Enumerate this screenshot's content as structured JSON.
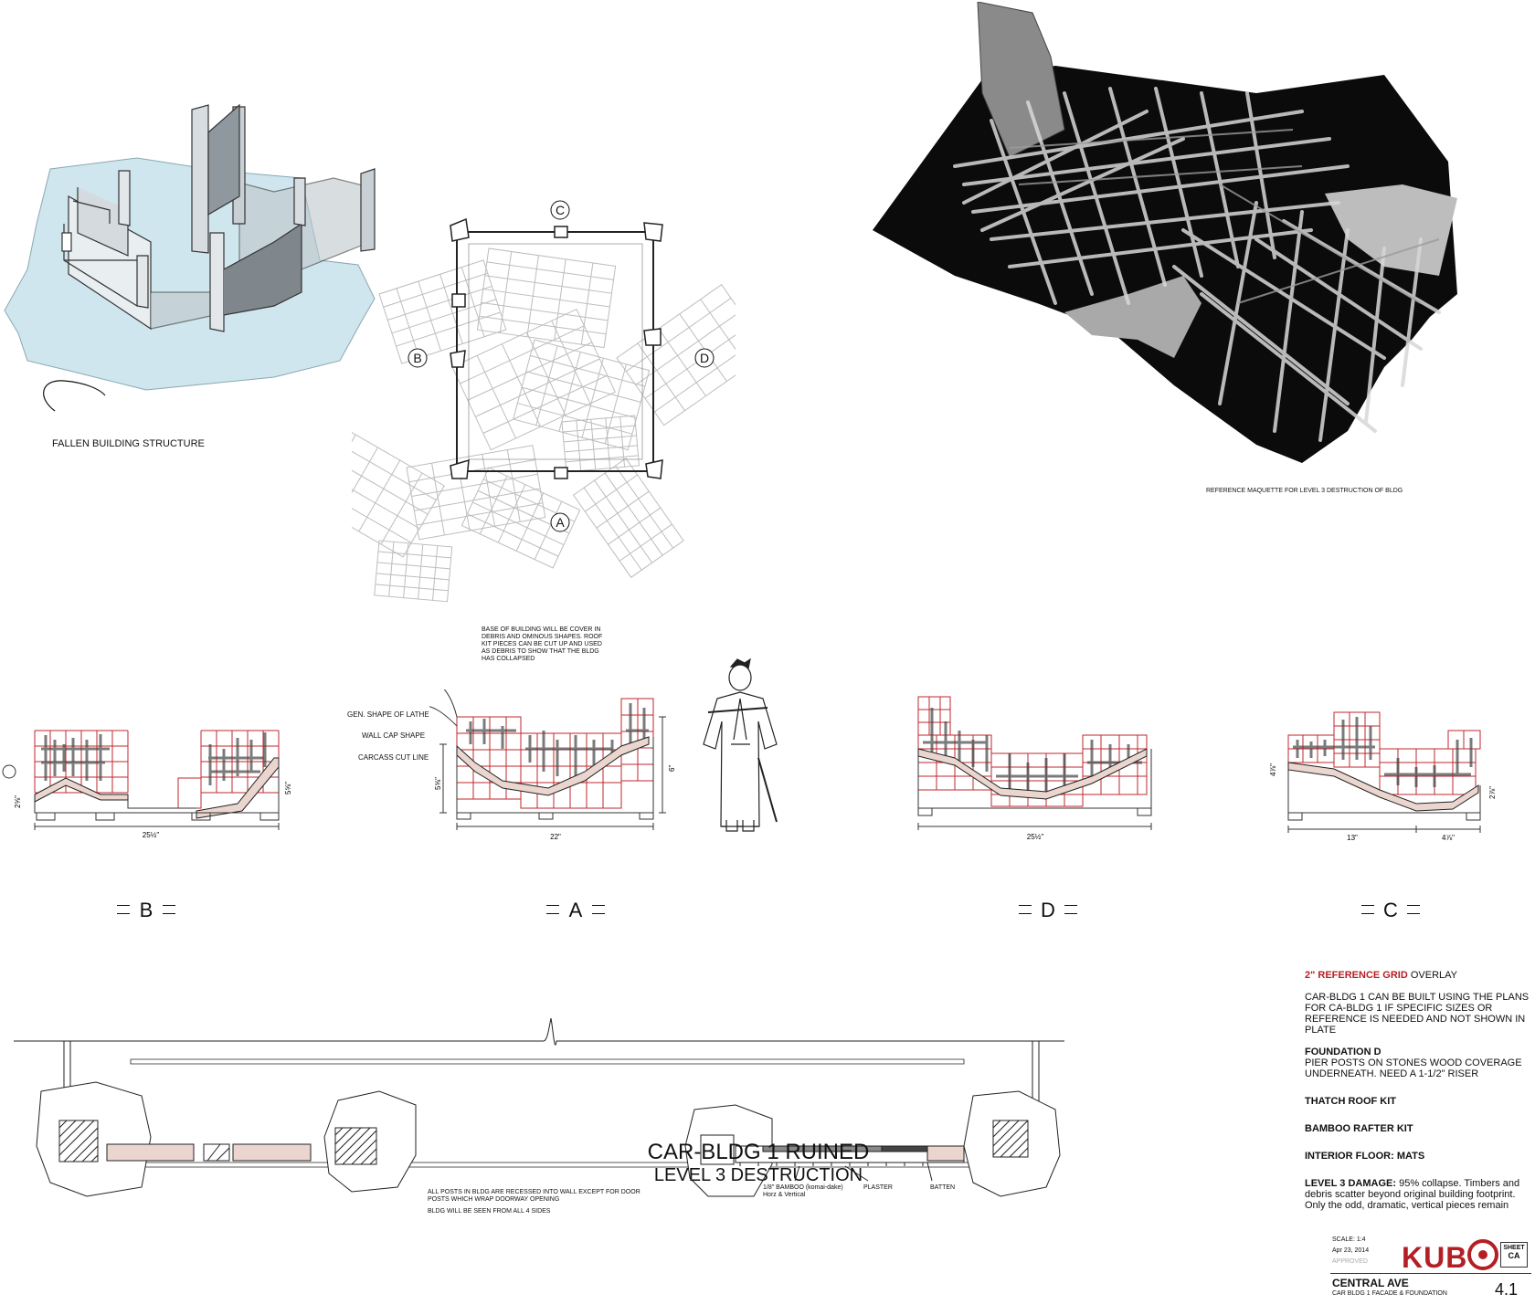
{
  "labels": {
    "fallen_structure": "FALLEN BUILDING STRUCTURE",
    "reference_maquette": "REFERENCE MAQUETTE FOR LEVEL 3 DESTRUCTION OF BLDG",
    "debris_note": "BASE OF BUILDING WILL BE COVER IN DEBRIS AND OMINOUS SHAPES. ROOF KIT PIECES CAN BE CUT UP AND USED AS DEBRIS TO SHOW THAT THE BLDG HAS COLLAPSED",
    "lathe_shape": "GEN. SHAPE OF LATHE",
    "wall_cap": "WALL CAP SHAPE",
    "carcass_cut": "CARCASS CUT LINE",
    "posts_note": "ALL POSTS IN BLDG ARE RECESSED INTO WALL EXCEPT FOR DOOR POSTS WHICH WRAP DOORWAY OPENING",
    "sides_note": "BLDG WILL BE SEEN FROM ALL 4 SIDES",
    "bamboo": "1/8\" BAMBOO (komai-dake)",
    "bamboo_sub": "Horz & Vertical",
    "plaster": "PLASTER",
    "batten": "BATTEN"
  },
  "plan_markers": [
    "C",
    "B",
    "D",
    "A"
  ],
  "sections": [
    {
      "letter": "B",
      "width_dim": "25½\"",
      "left_dim": "2⅝\"",
      "right_dim": "5⅝\""
    },
    {
      "letter": "A",
      "width_dim": "22\"",
      "left_dim": "5⅝\"",
      "right_dim": "6\""
    },
    {
      "letter": "D",
      "width_dim": "25½\""
    },
    {
      "letter": "C",
      "width_dim": "13\"",
      "width_dim2": "4⅞\"",
      "left_dim": "4⅞\"",
      "right_dim": "2⅞\""
    }
  ],
  "title": {
    "main": "CAR-BLDG 1 RUINED",
    "sub": "LEVEL 3 DESTRUCTION"
  },
  "notes": {
    "grid_red": "2\" REFERENCE GRID",
    "grid_rest": " OVERLAY",
    "plans": "CAR-BLDG 1 CAN BE BUILT USING THE PLANS FOR CA-BLDG 1 IF SPECIFIC SIZES OR REFERENCE IS NEEDED AND NOT SHOWN IN PLATE",
    "foundation_hdr": "FOUNDATION D",
    "foundation_body": "PIER POSTS ON STONES WOOD COVERAGE UNDERNEATH. NEED A 1-1/2\" RISER",
    "thatch": "THATCH ROOF KIT",
    "bamboo_kit": "BAMBOO RAFTER KIT",
    "floor": "INTERIOR FLOOR: MATS",
    "damage_hdr": "LEVEL 3 DAMAGE:",
    "damage_body": " 95% collapse. Timbers and debris scatter beyond original building footprint. Only the odd, dramatic, vertical pieces remain"
  },
  "titleblock": {
    "scale": "SCALE: 1:4",
    "date": "Apr 23, 2014",
    "approved": "APPROVED",
    "brand_a": "KUB",
    "sheet_label": "SHEET",
    "sheet_code": "CA",
    "location": "CENTRAL AVE",
    "description": "CAR BLDG 1 FACADE & FOUNDATION",
    "number": "4.1"
  },
  "colors": {
    "grid_red": "#c1272d",
    "floor_pink": "#ead6cf",
    "ground_blue": "#cfe6ee"
  }
}
